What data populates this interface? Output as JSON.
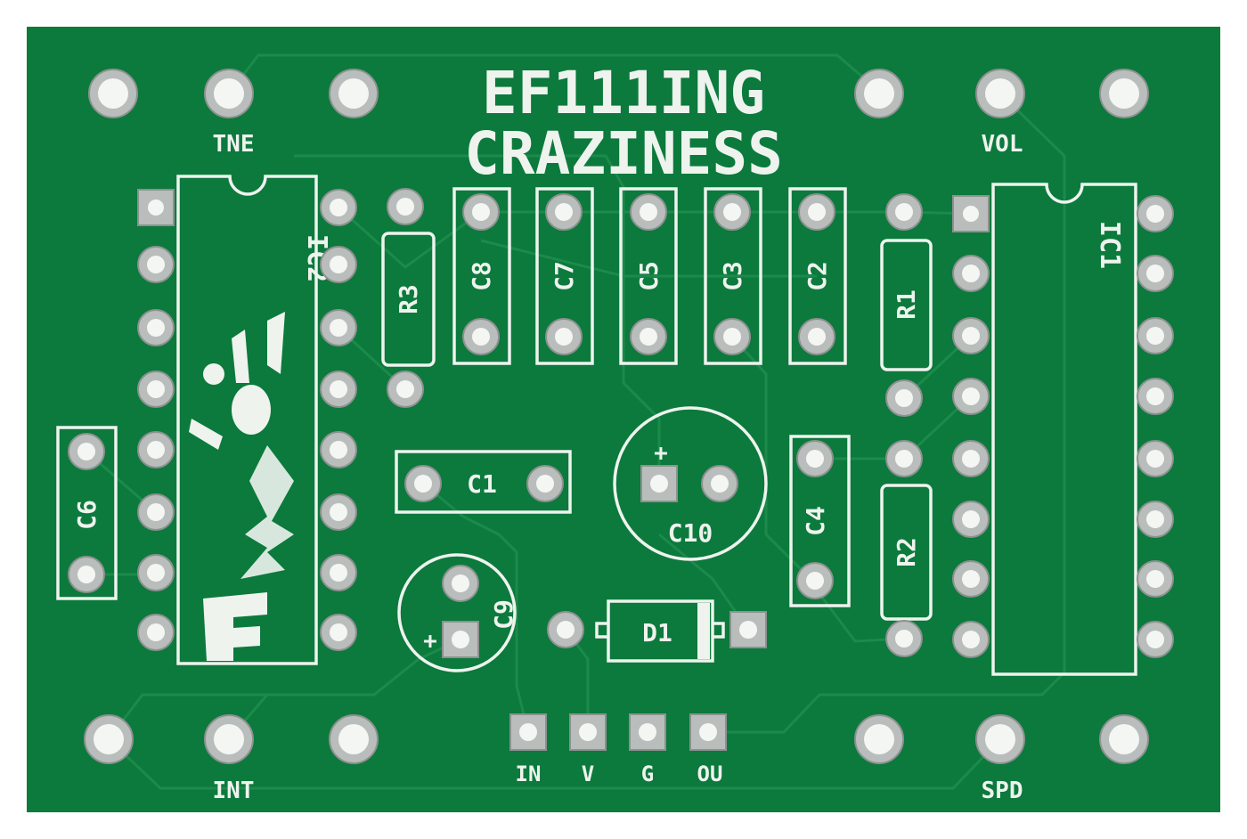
{
  "board": {
    "title_line1": "EF111ING",
    "title_line2": "CRAZINESS",
    "colors": {
      "soldermask": "#0b7a3c",
      "silkscreen": "#eef3ee",
      "pad": "#b9bdbc",
      "background": "#ffffff"
    }
  },
  "pots": {
    "tone": "TNE",
    "volume": "VOL",
    "intensity": "INT",
    "speed": "SPD"
  },
  "ics": {
    "ic1": "IC1",
    "ic2": "IC2"
  },
  "components": {
    "c1": "C1",
    "c2": "C2",
    "c3": "C3",
    "c4": "C4",
    "c5": "C5",
    "c6": "C6",
    "c7": "C7",
    "c8": "C8",
    "c9": "C9",
    "c10": "C10",
    "r1": "R1",
    "r2": "R2",
    "r3": "R3",
    "d1": "D1",
    "plus": "+"
  },
  "header": {
    "in": "IN",
    "v": "V",
    "g": "G",
    "out": "OU"
  }
}
